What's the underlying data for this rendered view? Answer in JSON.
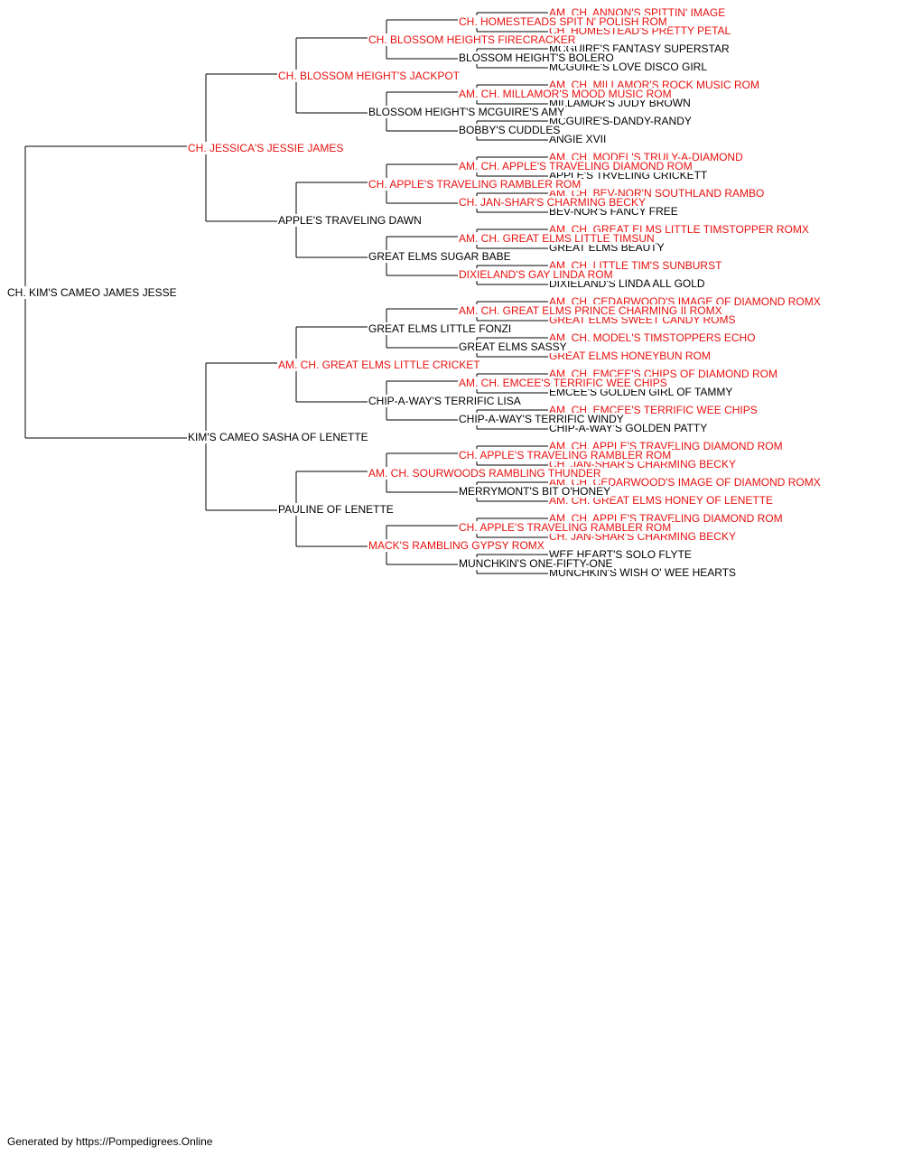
{
  "colors": {
    "champion": "#e8110f",
    "normal": "#000000",
    "line": "#000000"
  },
  "pedigree": {
    "name": "CH. KIM'S CAMEO JAMES JESSE",
    "ch": false,
    "sire": {
      "name": "CH. JESSICA'S JESSIE JAMES",
      "ch": true,
      "sire": {
        "name": "CH. BLOSSOM HEIGHT'S JACKPOT",
        "ch": true,
        "sire": {
          "name": "CH. BLOSSOM HEIGHTS FIRECRACKER",
          "ch": true,
          "sire": {
            "name": "CH. HOMESTEADS SPIT N' POLISH ROM",
            "ch": true,
            "sire": {
              "name": "AM. CH. ANNON'S SPITTIN' IMAGE",
              "ch": true
            },
            "dam": {
              "name": "CH. HOMESTEAD'S PRETTY PETAL",
              "ch": true
            }
          },
          "dam": {
            "name": "BLOSSOM HEIGHT'S BOLERO",
            "ch": false,
            "sire": {
              "name": "MCGUIRE'S FANTASY SUPERSTAR",
              "ch": false
            },
            "dam": {
              "name": "MCGUIRE'S LOVE DISCO GIRL",
              "ch": false
            }
          }
        },
        "dam": {
          "name": "BLOSSOM HEIGHT'S MCGUIRE'S AMY",
          "ch": false,
          "sire": {
            "name": "AM. CH. MILLAMOR'S MOOD MUSIC ROM",
            "ch": true,
            "sire": {
              "name": "AM. CH. MILLAMOR'S ROCK MUSIC ROM",
              "ch": true
            },
            "dam": {
              "name": "MILLAMOR'S JUDY BROWN",
              "ch": false
            }
          },
          "dam": {
            "name": "BOBBY'S CUDDLES",
            "ch": false,
            "sire": {
              "name": "MCGUIRE'S-DANDY-RANDY",
              "ch": false
            },
            "dam": {
              "name": "ANGIE XVII",
              "ch": false
            }
          }
        }
      },
      "dam": {
        "name": "APPLE'S TRAVELING DAWN",
        "ch": false,
        "sire": {
          "name": "CH. APPLE'S TRAVELING RAMBLER ROM",
          "ch": true,
          "sire": {
            "name": "AM. CH. APPLE'S TRAVELING DIAMOND ROM",
            "ch": true,
            "sire": {
              "name": "AM. CH. MODEL'S TRULY-A-DIAMOND",
              "ch": true
            },
            "dam": {
              "name": "APPLE'S TRVELING CRICKETT",
              "ch": false
            }
          },
          "dam": {
            "name": "CH. JAN-SHAR'S CHARMING BECKY",
            "ch": true,
            "sire": {
              "name": "AM. CH. BEV-NOR'N SOUTHLAND RAMBO",
              "ch": true
            },
            "dam": {
              "name": "BEV-NOR'S FANCY FREE",
              "ch": false
            }
          }
        },
        "dam": {
          "name": "GREAT ELMS SUGAR BABE",
          "ch": false,
          "sire": {
            "name": "AM. CH. GREAT ELMS LITTLE TIMSUN",
            "ch": true,
            "sire": {
              "name": "AM. CH. GREAT ELMS LITTLE TIMSTOPPER ROMX",
              "ch": true
            },
            "dam": {
              "name": "GREAT ELMS BEAUTY",
              "ch": false
            }
          },
          "dam": {
            "name": "DIXIELAND'S GAY LINDA ROM",
            "ch": true,
            "sire": {
              "name": "AM. CH. LITTLE TIM'S SUNBURST",
              "ch": true
            },
            "dam": {
              "name": "DIXIELAND'S LINDA ALL GOLD",
              "ch": false
            }
          }
        }
      }
    },
    "dam": {
      "name": "KIM'S CAMEO SASHA OF LENETTE",
      "ch": false,
      "sire": {
        "name": "AM. CH. GREAT ELMS LITTLE CRICKET",
        "ch": true,
        "sire": {
          "name": "GREAT ELMS LITTLE FONZI",
          "ch": false,
          "sire": {
            "name": "AM. CH. GREAT ELMS PRINCE CHARMING II ROMX",
            "ch": true,
            "sire": {
              "name": "AM. CH. CEDARWOOD'S IMAGE OF DIAMOND ROMX",
              "ch": true
            },
            "dam": {
              "name": "GREAT ELMS SWEET CANDY ROMS",
              "ch": true
            }
          },
          "dam": {
            "name": "GREAT ELMS SASSY",
            "ch": false,
            "sire": {
              "name": "AM. CH. MODEL'S TIMSTOPPERS ECHO",
              "ch": true
            },
            "dam": {
              "name": "GREAT ELMS HONEYBUN ROM",
              "ch": true
            }
          }
        },
        "dam": {
          "name": "CHIP-A-WAY'S TERRIFIC LISA",
          "ch": false,
          "sire": {
            "name": "AM. CH. EMCEE'S TERRIFIC WEE CHIPS",
            "ch": true,
            "sire": {
              "name": "AM. CH. EMCEE'S CHIPS OF DIAMOND ROM",
              "ch": true
            },
            "dam": {
              "name": "EMCEE'S GOLDEN GIRL OF TAMMY",
              "ch": false
            }
          },
          "dam": {
            "name": "CHIP-A-WAY'S TERRIFIC WINDY",
            "ch": false,
            "sire": {
              "name": "AM. CH. EMCEE'S TERRIFIC WEE CHIPS",
              "ch": true
            },
            "dam": {
              "name": "CHIP-A-WAY'S GOLDEN PATTY",
              "ch": false
            }
          }
        }
      },
      "dam": {
        "name": "PAULINE OF LENETTE",
        "ch": false,
        "sire": {
          "name": "AM. CH. SOURWOODS RAMBLING THUNDER",
          "ch": true,
          "sire": {
            "name": "CH. APPLE'S TRAVELING RAMBLER ROM",
            "ch": true,
            "sire": {
              "name": "AM. CH. APPLE'S TRAVELING DIAMOND ROM",
              "ch": true
            },
            "dam": {
              "name": "CH. JAN-SHAR'S CHARMING BECKY",
              "ch": true
            }
          },
          "dam": {
            "name": "MERRYMONT'S BIT O'HONEY",
            "ch": false,
            "sire": {
              "name": "AM. CH. CEDARWOOD'S IMAGE OF DIAMOND ROMX",
              "ch": true
            },
            "dam": {
              "name": "AM. CH. GREAT ELMS HONEY OF LENETTE",
              "ch": true
            }
          }
        },
        "dam": {
          "name": "MACK'S RAMBLING GYPSY ROMX",
          "ch": true,
          "sire": {
            "name": "CH. APPLE'S TRAVELING RAMBLER ROM",
            "ch": true,
            "sire": {
              "name": "AM. CH. APPLE'S TRAVELING DIAMOND ROM",
              "ch": true
            },
            "dam": {
              "name": "CH. JAN-SHAR'S CHARMING BECKY",
              "ch": true
            }
          },
          "dam": {
            "name": "MUNCHKIN'S ONE-FIFTY-ONE",
            "ch": false,
            "sire": {
              "name": "WEE HEART'S SOLO FLYTE",
              "ch": false
            },
            "dam": {
              "name": "MUNCHKIN'S WISH O' WEE HEARTS",
              "ch": false
            }
          }
        }
      }
    }
  },
  "footer": "Generated by https://Pompedigrees.Online"
}
